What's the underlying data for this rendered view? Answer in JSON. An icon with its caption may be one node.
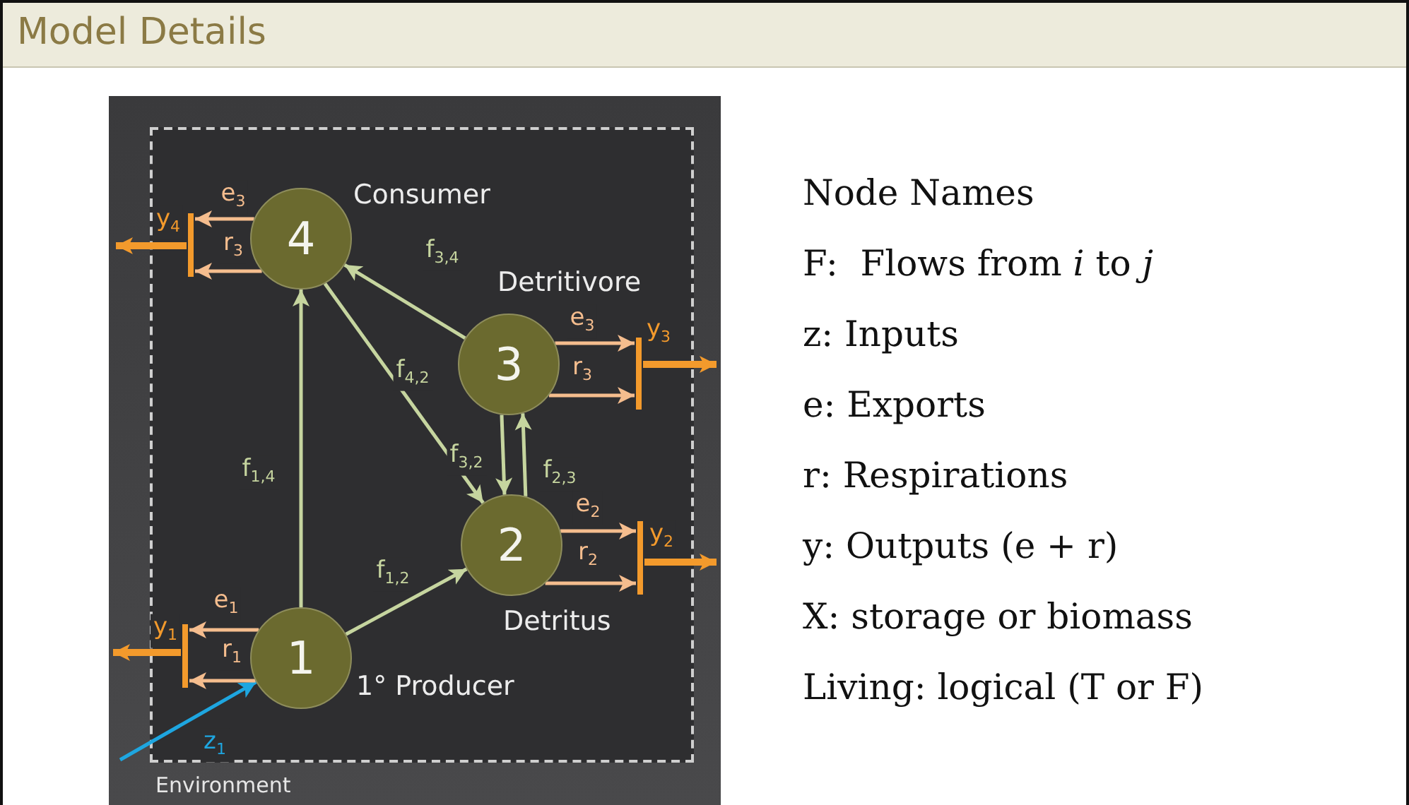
{
  "diagram": {
    "title": "Model Details",
    "nodes": [
      {
        "text": [
          "Environment"
        ]
      },
      {
        "text": [
          "4"
        ],
        "beside": [
          "Consumer"
        ],
        "in": 0
      },
      {
        "text": [],
        "shape": "bar",
        "in": 0
      },
      {
        "text": [
          "3"
        ],
        "beside": [
          "Detritivore"
        ],
        "in": 0
      },
      {
        "text": [],
        "shape": "bar",
        "in": 0
      },
      {
        "text": [
          "2"
        ],
        "beside": [
          "Detritus"
        ],
        "in": 0
      },
      {
        "text": [],
        "shape": "bar",
        "in": 0
      },
      {
        "text": [
          "1"
        ],
        "beside": [
          "1° Producer"
        ],
        "in": 0
      },
      {
        "text": [],
        "shape": "bar",
        "in": 0
      }
    ],
    "edges": [
      {
        "from": 7,
        "to": 1,
        "arrow": "to",
        "label": "f$_{1,4}$"
      },
      {
        "from": 7,
        "to": 5,
        "arrow": "to",
        "label": "f$_{1,2}$"
      },
      {
        "from": 3,
        "to": 1,
        "arrow": "to",
        "label": "f$_{3,4}$"
      },
      {
        "from": 1,
        "to": 5,
        "arrow": "to",
        "label": "f$_{4,2}$"
      },
      {
        "from": 3,
        "to": 5,
        "arrow": "to",
        "label": "f$_{3,2}$"
      },
      {
        "from": 5,
        "to": 3,
        "arrow": "to",
        "label": "f$_{2,3}$"
      },
      {
        "from": null,
        "to": 7,
        "arrow": "to",
        "label": "z$_{1}$",
        "color": "#1ea6e0"
      },
      {
        "from": 1,
        "to": 2,
        "arrow": "to",
        "label": "e$_{3}$",
        "color": "#f5bd8e"
      },
      {
        "from": 1,
        "to": 2,
        "arrow": "to",
        "label": "r$_{3}$",
        "color": "#f5bd8e"
      },
      {
        "from": 2,
        "to": null,
        "arrow": "to",
        "label": "y$_{4}$",
        "color": "#f39a2c",
        "style": "thick"
      },
      {
        "from": 3,
        "to": 4,
        "arrow": "to",
        "label": "e$_{3}$",
        "color": "#f5bd8e"
      },
      {
        "from": 3,
        "to": 4,
        "arrow": "to",
        "label": "r$_{3}$",
        "color": "#f5bd8e"
      },
      {
        "from": 4,
        "to": null,
        "arrow": "to",
        "label": "y$_{3}$",
        "color": "#f39a2c",
        "style": "thick"
      },
      {
        "from": 5,
        "to": 6,
        "arrow": "to",
        "label": "e$_{2}$",
        "color": "#f5bd8e"
      },
      {
        "from": 5,
        "to": 6,
        "arrow": "to",
        "label": "r$_{2}$",
        "color": "#f5bd8e"
      },
      {
        "from": 6,
        "to": null,
        "arrow": "to",
        "label": "y$_{2}$",
        "color": "#f39a2c",
        "style": "thick"
      },
      {
        "from": 7,
        "to": 8,
        "arrow": "to",
        "label": "e$_{1}$",
        "color": "#f5bd8e"
      },
      {
        "from": 7,
        "to": 8,
        "arrow": "to",
        "label": "r$_{1}$",
        "color": "#f5bd8e"
      },
      {
        "from": 8,
        "to": null,
        "arrow": "to",
        "label": "y$_{1}$",
        "color": "#f39a2c",
        "style": "thick"
      }
    ],
    "labels": [
      "Node Names",
      "F:  Flows from *i* to *j*",
      "z: Inputs",
      "e: Exports",
      "r: Respirations",
      "y: Outputs (e + r)",
      "X: storage or biomass",
      "Living: logical (T or F)"
    ]
  }
}
